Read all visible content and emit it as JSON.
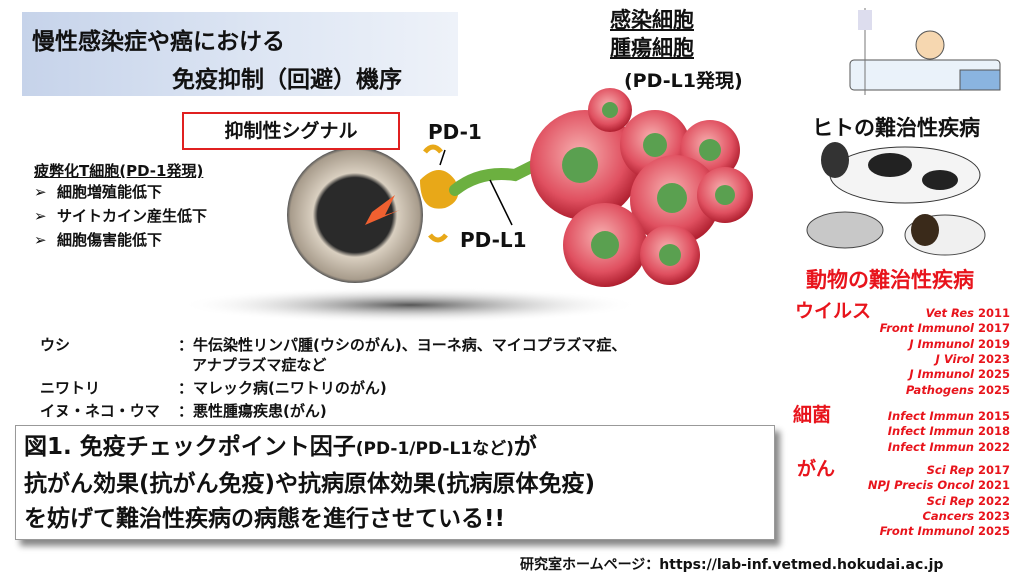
{
  "title": {
    "line1": "慢性感染症や癌における",
    "line2": "免疫抑制（回避）機序"
  },
  "infected": {
    "line1": "感染細胞",
    "line2": "腫瘍細胞",
    "expr": "(PD-L1発現)"
  },
  "signal_label": "抑制性シグナル",
  "pd1_label": "PD-1",
  "pdl1_label": "PD-L1",
  "tcell": {
    "heading": "疲弊化T細胞(PD-1発現)",
    "bullet_icon": "➢",
    "bullets": [
      "細胞増殖能低下",
      "サイトカイン産生低下",
      "細胞傷害能低下"
    ]
  },
  "human_label": "ヒトの難治性疾病",
  "animal_label": "動物の難治性疾病",
  "refs": {
    "virus": {
      "label": "ウイルス",
      "items": [
        [
          "Vet Res",
          "2011"
        ],
        [
          "Front Immunol",
          "2017"
        ],
        [
          "J Immunol",
          "2019"
        ],
        [
          "J Virol",
          "2023"
        ],
        [
          "J Immunol",
          "2025"
        ],
        [
          "Pathogens",
          "2025"
        ]
      ]
    },
    "bacteria": {
      "label": "細菌",
      "items": [
        [
          "Infect Immun",
          "2015"
        ],
        [
          "Infect Immun",
          "2018"
        ],
        [
          "Infect Immun",
          "2022"
        ]
      ]
    },
    "cancer": {
      "label": "がん",
      "items": [
        [
          "Sci Rep",
          "2017"
        ],
        [
          "NPJ Precis Oncol",
          "2021"
        ],
        [
          "Sci Rep",
          "2022"
        ],
        [
          "Cancers",
          "2023"
        ],
        [
          "Front Immunol",
          "2025"
        ]
      ]
    }
  },
  "animals": [
    {
      "name": "ウシ",
      "disease": "：牛伝染性リンパ腫(ウシのがん)、ヨーネ病、マイコプラズマ症、",
      "disease2": "アナプラズマ症など"
    },
    {
      "name": "ニワトリ",
      "disease": "：マレック病(ニワトリのがん)"
    },
    {
      "name": "イヌ・ネコ・ウマ",
      "disease": "：悪性腫瘍疾患(がん)"
    }
  ],
  "conclusion": {
    "l1a": "図1. 免疫チェックポイント因子",
    "l1b": "(PD-1/PD-L1など)",
    "l1c": "が",
    "l2": "抗がん効果(抗がん免疫)や抗病原体効果(抗病原体免疫)",
    "l3": "を妨げて難治性疾病の病態を進行させている!!"
  },
  "footer": "研究室ホームページ：https://lab-inf.vetmed.hokudai.ac.jp",
  "colors": {
    "red": "#e8141c",
    "title_bg": "#c6d3ea"
  }
}
